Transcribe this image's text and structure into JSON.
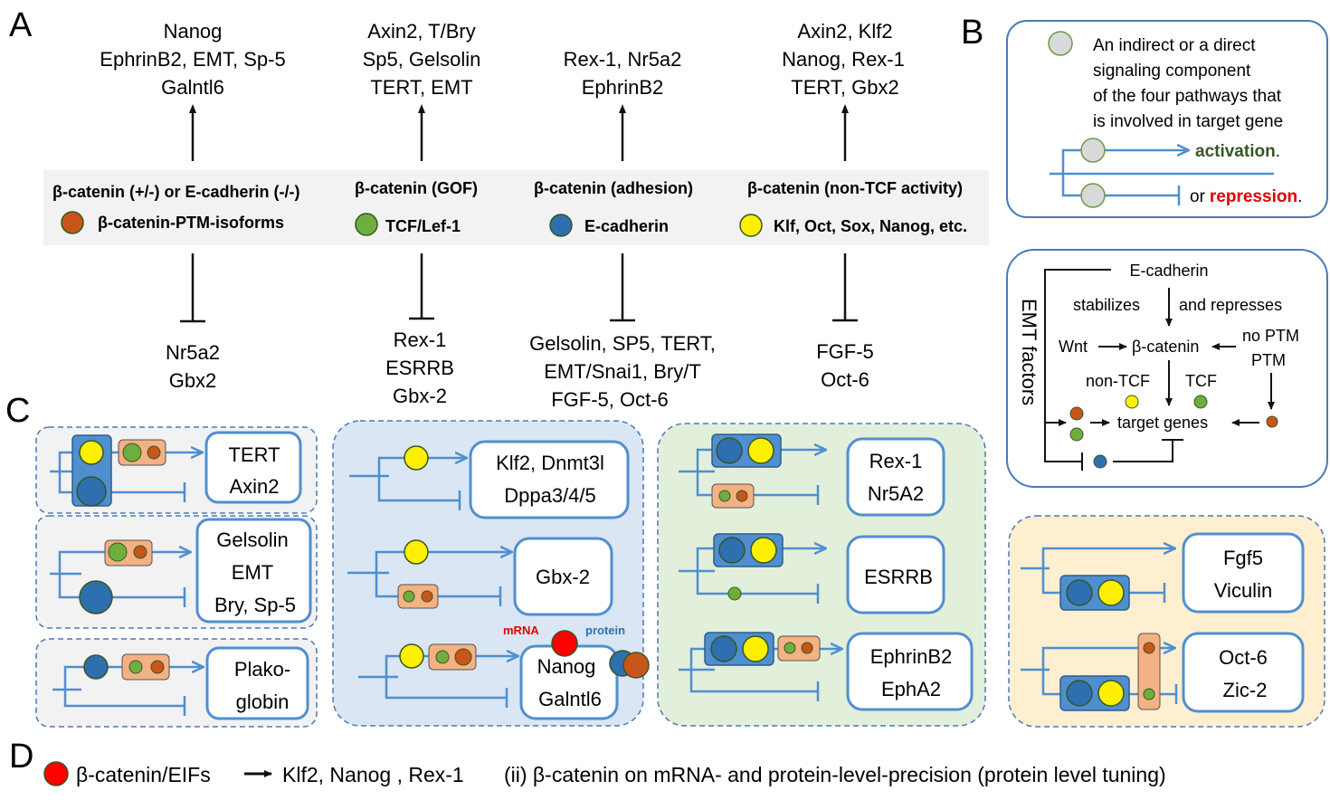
{
  "panel_letters": [
    "A",
    "B",
    "C",
    "D"
  ],
  "panel_a": {
    "columns": [
      {
        "activated": [
          "Nanog",
          "EphrinB2, EMT, Sp-5",
          "Galntl6"
        ],
        "state": "β-catenin (+/-) or E-cadherin (-/-)",
        "component": "β-catenin-PTM-isoforms",
        "component_color": "#c8561a",
        "repressed": [
          "Nr5a2",
          "Gbx2"
        ]
      },
      {
        "activated": [
          "Axin2, T/Bry",
          "Sp5, Gelsolin",
          "TERT, EMT"
        ],
        "state": "β-catenin (GOF)",
        "component": "TCF/Lef-1",
        "component_color": "#6fae3e",
        "repressed": [
          "Rex-1",
          "ESRRB",
          "Gbx-2"
        ]
      },
      {
        "activated": [
          "Rex-1, Nr5a2",
          "EphrinB2"
        ],
        "state": "β-catenin (adhesion)",
        "component": "E-cadherin",
        "component_color": "#2e6fb0",
        "repressed": [
          "Gelsolin, SP5, TERT,",
          "EMT/Snai1, Bry/T",
          "FGF-5, Oct-6"
        ]
      },
      {
        "activated": [
          "Axin2, Klf2",
          "Nanog, Rex-1",
          "TERT, Gbx2"
        ],
        "state": "β-catenin (non-TCF activity)",
        "component": "Klf, Oct, Sox, Nanog, etc.",
        "component_color": "#ffef00",
        "repressed": [
          "FGF-5",
          "Oct-6"
        ]
      }
    ]
  },
  "panel_b": {
    "legend_lines": [
      "An indirect or a direct",
      "signaling component",
      "of the four pathways that",
      "is involved  in target gene"
    ],
    "activation_word": "activation",
    "activation_suffix": ".",
    "or_word": "or",
    "repression_word": "repression",
    "repression_suffix": ".",
    "activation_color": "#375623",
    "repression_color": "#e00000",
    "emt": {
      "side_label": "EMT factors",
      "ecadherin": "E-cadherin",
      "stabilizes": "stabilizes",
      "represses": "and represses",
      "wnt": "Wnt",
      "bcatenin": "β-catenin",
      "no_ptm": "no PTM",
      "ptm": "PTM",
      "non_tcf": "non-TCF",
      "tcf": "TCF",
      "targets": "target genes"
    }
  },
  "panel_c": {
    "grey_boxes": [
      {
        "gene_lines": [
          "TERT",
          "Axin2"
        ]
      },
      {
        "gene_lines": [
          "Gelsolin",
          "EMT",
          "Bry, Sp-5"
        ]
      },
      {
        "gene_lines": [
          "Plako-",
          "globin"
        ]
      }
    ],
    "blue_box": [
      {
        "gene_lines": [
          "Klf2, Dnmt3l",
          "Dppa3/4/5"
        ]
      },
      {
        "gene_lines": [
          "Gbx-2"
        ]
      },
      {
        "gene_lines": [
          "Nanog",
          "Galntl6"
        ]
      }
    ],
    "mrna_label": "mRNA",
    "protein_label": "protein",
    "green_box": [
      {
        "gene_lines": [
          "Rex-1",
          "Nr5A2"
        ]
      },
      {
        "gene_lines": [
          "ESRRB"
        ]
      },
      {
        "gene_lines": [
          "EphrinB2",
          "EphA2"
        ]
      }
    ],
    "yellow_box": [
      {
        "gene_lines": [
          "Fgf5",
          "Viculin"
        ]
      },
      {
        "gene_lines": [
          "Oct-6",
          "Zic-2"
        ]
      }
    ]
  },
  "panel_d": {
    "left_text": "β-catenin/EIFs",
    "targets_text": "Klf2, Nanog , Rex-1",
    "right_text": "(ii) β-catenin on mRNA- and protein-level-precision (protein level tuning)"
  },
  "colors": {
    "line_blue": "#4f8fd0",
    "dark_blue_stroke": "#2e5d8a",
    "yellow": "#ffef00",
    "green": "#6fae3e",
    "brown": "#c8561a",
    "ecad_blue": "#2e6fb0",
    "salmon": "#f4b183",
    "grey_bg": "#f2f2f2",
    "light_blue_bg": "#dae6f4",
    "light_green_bg": "#e2efda",
    "light_yellow_bg": "#fdefcf",
    "red": "#ff0000"
  }
}
